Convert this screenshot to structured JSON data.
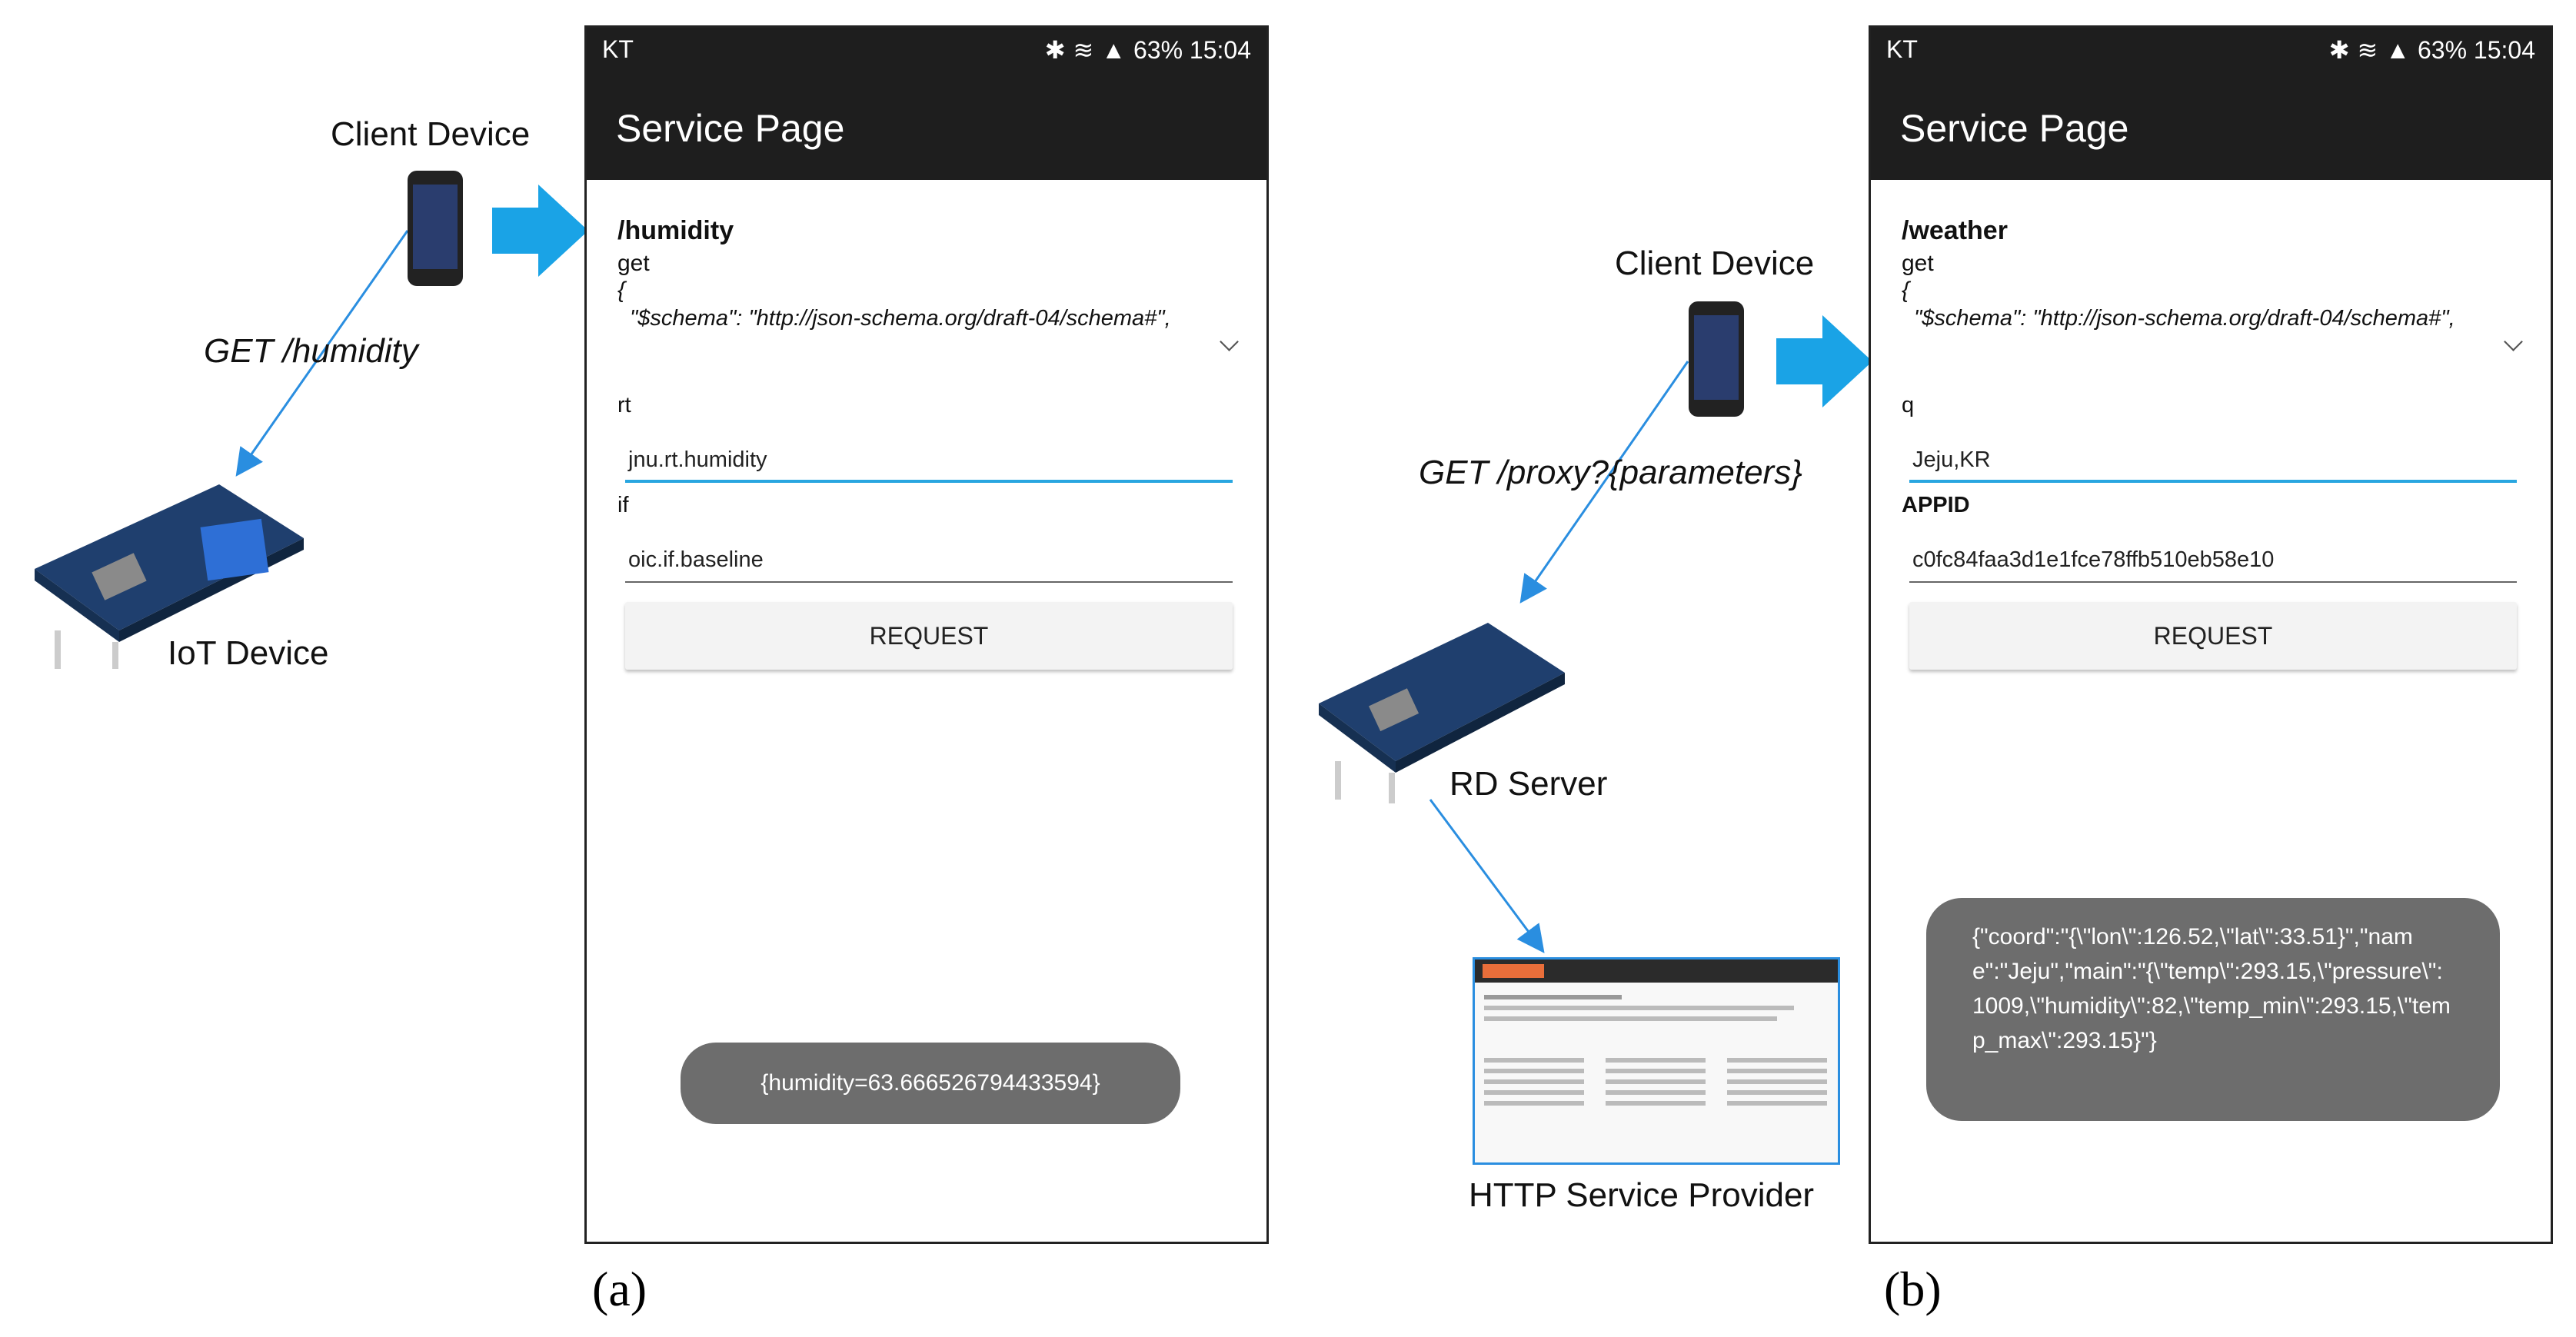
{
  "left_diagram": {
    "client_label": "Client Device",
    "request_label": "GET /humidity",
    "iot_label": "IoT Device",
    "caption": "(a)",
    "phone": {
      "carrier": "KT",
      "status_right": "63% 15:04",
      "title": "Service Page",
      "path": "/humidity",
      "method": "get",
      "brace": "{",
      "schema": "\"$schema\": \"http://json-schema.org/draft-04/schema#\",",
      "field1_label": "rt",
      "field1_value": "jnu.rt.humidity",
      "field2_label": "if",
      "field2_value": "oic.if.baseline",
      "button_label": "REQUEST",
      "toast": "{humidity=63.666526794433594}"
    }
  },
  "right_diagram": {
    "client_label": "Client Device",
    "request_label": "GET /proxy?{parameters}",
    "rd_label": "RD Server",
    "http_label": "HTTP Service Provider",
    "caption": "(b)",
    "phone": {
      "carrier": "KT",
      "status_right": "63% 15:04",
      "title": "Service Page",
      "path": "/weather",
      "method": "get",
      "brace": "{",
      "schema": "\"$schema\": \"http://json-schema.org/draft-04/schema#\",",
      "field1_label": "q",
      "field1_value": "Jeju,KR",
      "field2_label": "APPID",
      "field2_value": "c0fc84faa3d1e1fce78ffb510eb58e10",
      "button_label": "REQUEST",
      "toast": "{\"coord\":\"{\\\"lon\\\":126.52,\\\"lat\\\":33.51}\",\"name\":\"Jeju\",\"main\":\"{\\\"temp\\\":293.15,\\\"pressure\\\":1009,\\\"humidity\\\":82,\\\"temp_min\\\":293.15,\\\"temp_max\\\":293.15}\"}"
    }
  },
  "colors": {
    "arrow": "#1aa3e6",
    "connector": "#2a8ee0",
    "appbar": "#1e1e1e",
    "field_active": "#29a6e0",
    "toast_bg": "#6d6d6d"
  },
  "icons": [
    "bluetooth-icon",
    "wifi-icon",
    "signal-icon",
    "battery-icon",
    "chevron-down-icon"
  ]
}
